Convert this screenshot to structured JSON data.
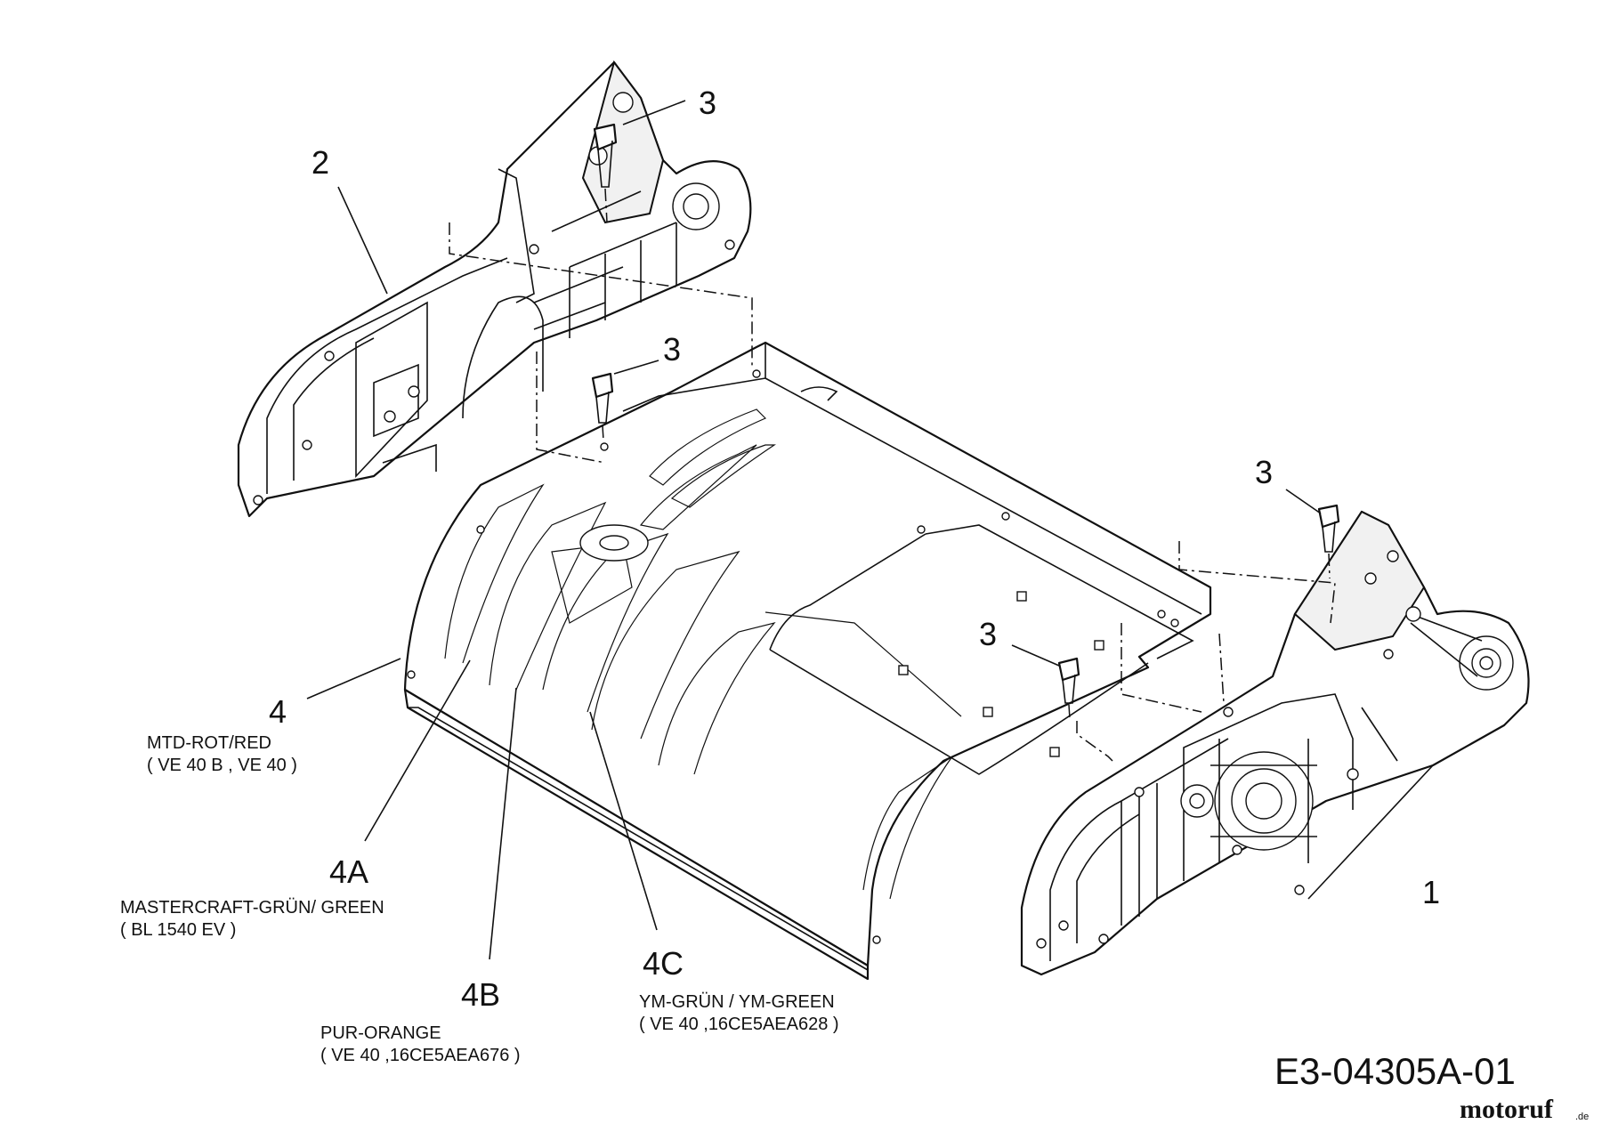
{
  "callouts": {
    "c1": "1",
    "c2": "2",
    "c3a": "3",
    "c3b": "3",
    "c3c": "3",
    "c3d": "3",
    "c4": "4",
    "c4a": "4A",
    "c4b": "4B",
    "c4c": "4C"
  },
  "notes": {
    "n4_line1": "MTD-ROT/RED",
    "n4_line2": "( VE 40 B , VE 40 )",
    "n4a_line1": "MASTERCRAFT-GRÜN/ GREEN",
    "n4a_line2": "( BL 1540 EV )",
    "n4b_line1": "PUR-ORANGE",
    "n4b_line2": "( VE 40 ,16CE5AEA676 )",
    "n4c_line1": "YM-GRÜN / YM-GREEN",
    "n4c_line2": "( VE 40 ,16CE5AEA628 )"
  },
  "diagram_code": "E3-04305A-01",
  "watermark": {
    "brand": "motoruf",
    "suffix": ".de",
    "colors": [
      "#1f5fa8",
      "#e2a21a",
      "#c0392b"
    ]
  }
}
